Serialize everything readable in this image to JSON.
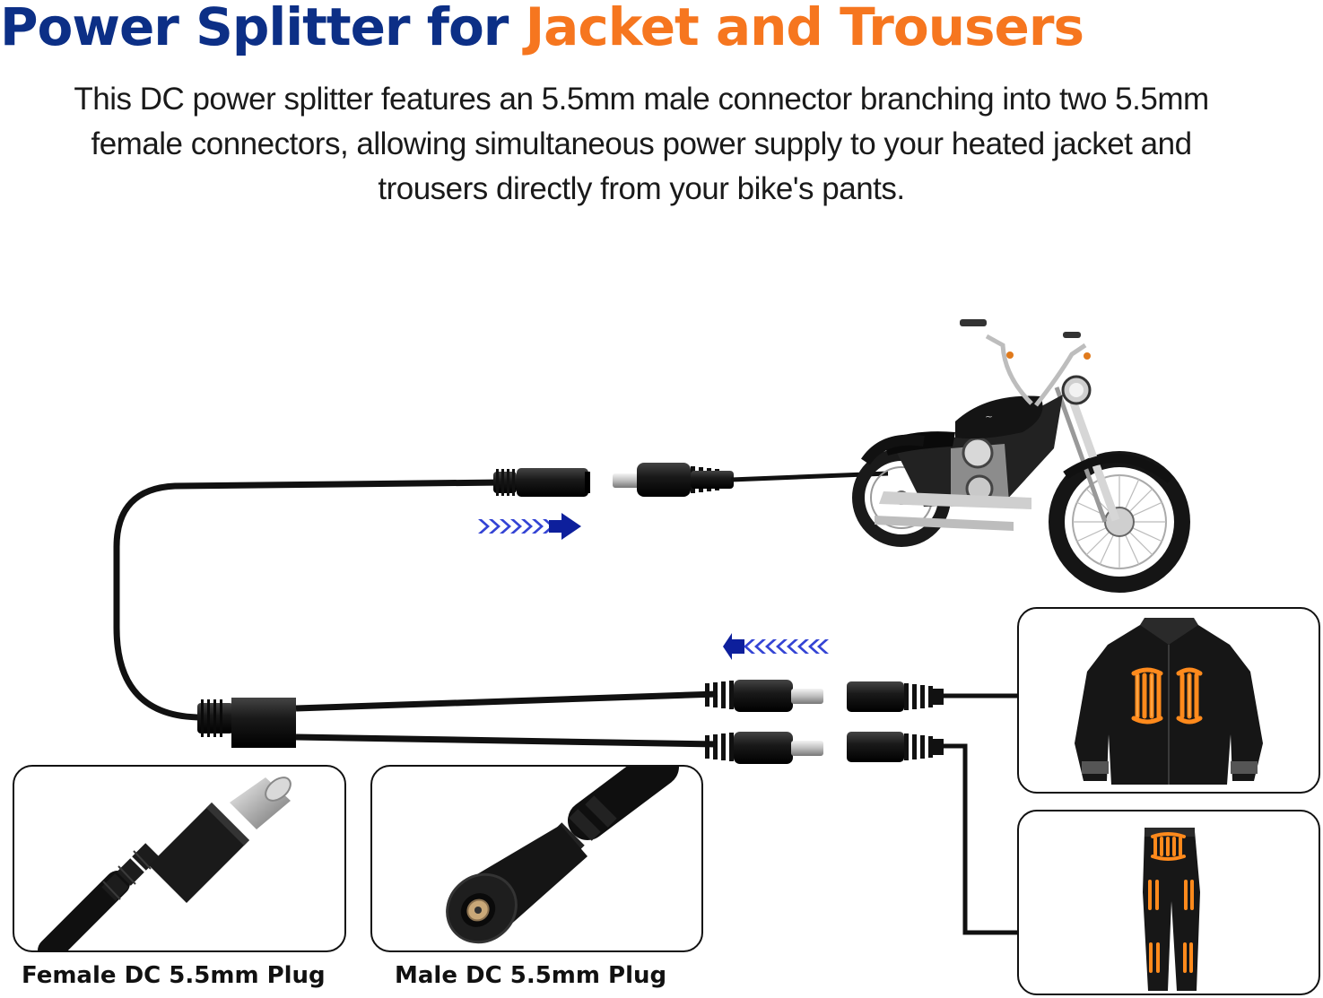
{
  "title": {
    "part1": "Power Splitter for ",
    "part2": "Jacket and Trousers"
  },
  "description": {
    "lines": [
      "This DC power splitter features an 5.5mm male connector branching into two 5.5mm",
      "female connectors, allowing simultaneous power supply to your heated jacket and",
      "trousers directly from your bike's pants."
    ]
  },
  "captions": {
    "female": "Female DC 5.5mm Plug",
    "male": "Male DC 5.5mm Plug"
  },
  "colors": {
    "title_blue": "#0c2f86",
    "title_orange": "#f6761f",
    "arrow_blue": "#1d2fd0",
    "heat_orange": "#ff8a1c",
    "cable": "#111111"
  },
  "icons": [
    "motorcycle-icon",
    "heated-jacket-icon",
    "heated-trousers-icon",
    "arrow-right-icon",
    "arrow-left-icon"
  ]
}
